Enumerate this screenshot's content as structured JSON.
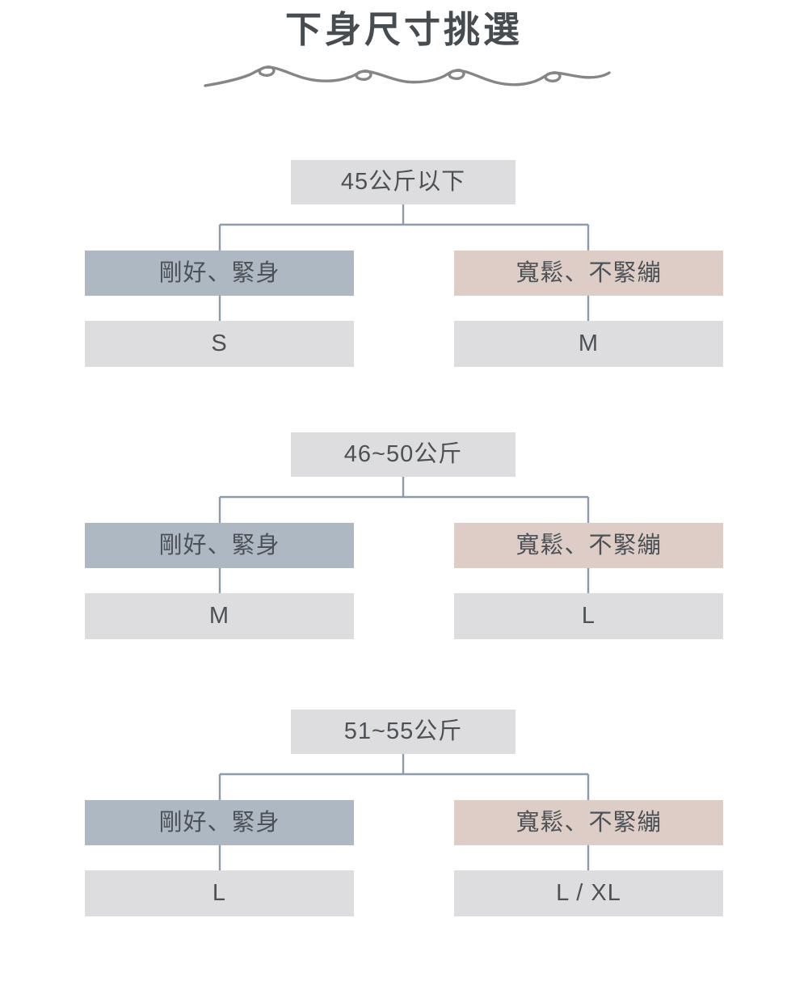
{
  "page": {
    "title": "下身尺寸挑選",
    "background_color": "#ffffff",
    "divider_icon": "wavy-loop-divider"
  },
  "colors": {
    "title_text": "#474c50",
    "node_text": "#4c5156",
    "neutral_box": "#dddddf",
    "fit_snug_box": "#aeb8c3",
    "fit_loose_box": "#ddcdc6",
    "connector_line": "#8e9bab",
    "divider_line": "#868686"
  },
  "chart_data": {
    "type": "diagram",
    "title": "下身尺寸挑選",
    "description": "三組體重區間的尺寸決策樹，每組依「剛好、緊身」或「寬鬆、不緊繃」分出建議尺寸。",
    "groups": [
      {
        "root": "45公斤以下",
        "branches": [
          {
            "option": "剛好、緊身",
            "size": "S",
            "style": "snug"
          },
          {
            "option": "寬鬆、不緊繃",
            "size": "M",
            "style": "loose"
          }
        ]
      },
      {
        "root": "46~50公斤",
        "branches": [
          {
            "option": "剛好、緊身",
            "size": "M",
            "style": "snug"
          },
          {
            "option": "寬鬆、不緊繃",
            "size": "L",
            "style": "loose"
          }
        ]
      },
      {
        "root": "51~55公斤",
        "branches": [
          {
            "option": "剛好、緊身",
            "size": "L",
            "style": "snug"
          },
          {
            "option": "寬鬆、不緊繃",
            "size": "L / XL",
            "style": "loose"
          }
        ]
      }
    ]
  }
}
